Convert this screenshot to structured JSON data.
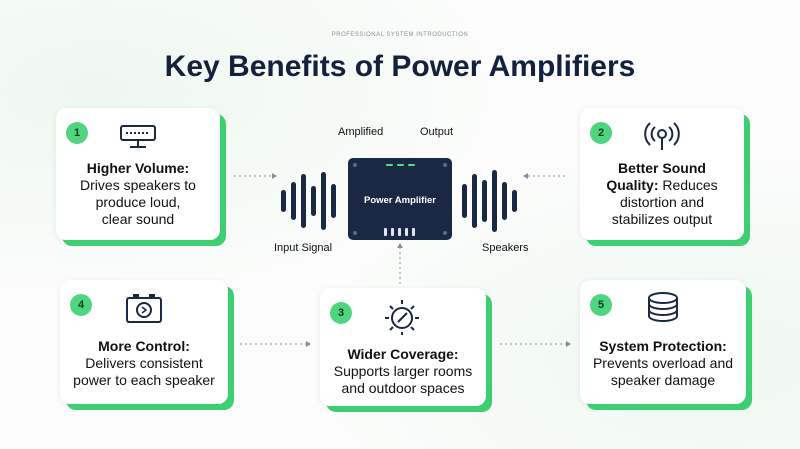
{
  "eyebrow": "PROFESSIONAL SYSTEM INTRODUCTION",
  "title": "Key Benefits of Power Amplifiers",
  "center": {
    "amplified_label": "Amplified",
    "output_label": "Output",
    "amp_label": "Power Amplifier",
    "input_label": "Input Signal",
    "speakers_label": "Speakers"
  },
  "cards": [
    {
      "number": "1",
      "heading": "Higher Volume:",
      "body1": "Drives speakers to",
      "body2": "produce loud,",
      "body3": "clear sound",
      "icon": "equalizer-icon"
    },
    {
      "number": "2",
      "heading": "Better Sound",
      "heading2": "Quality:",
      "body1": "Reduces",
      "body2": "distortion and",
      "body3": "stabilizes output",
      "icon": "sound-wave-icon"
    },
    {
      "number": "3",
      "heading": "Wider Coverage:",
      "body1": "Supports larger rooms",
      "body2": "and outdoor spaces",
      "icon": "broadcast-icon"
    },
    {
      "number": "4",
      "heading": "More Control:",
      "body1": "Delivers consistent",
      "body2": "power to each speaker",
      "icon": "power-control-icon"
    },
    {
      "number": "5",
      "heading": "System Protection:",
      "body1": "Prevents overload and",
      "body2": "speaker damage",
      "icon": "shield-stack-icon"
    }
  ],
  "colors": {
    "accent": "#3ecf72",
    "navy": "#1a2844",
    "badge": "#4fd47f"
  }
}
